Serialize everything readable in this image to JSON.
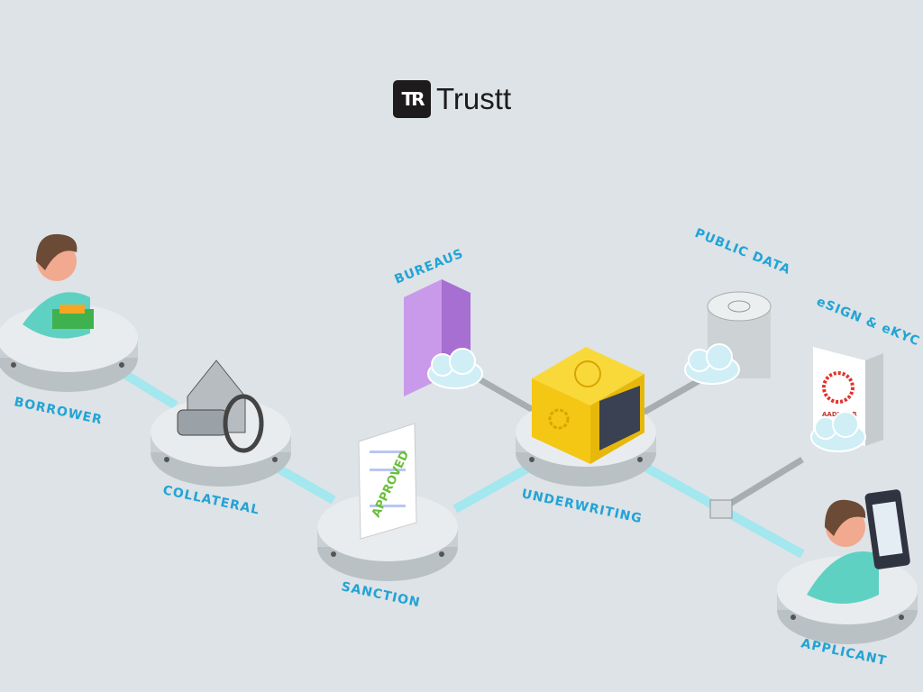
{
  "brand": {
    "mark": "TR",
    "name": "Trustt"
  },
  "nodes": {
    "borrower": "BORROWER",
    "collateral": "COLLATERAL",
    "sanction": "SANCTION",
    "underwriting": "UNDERWRITING",
    "applicant": "APPLICANT"
  },
  "sources": {
    "bureaus": "BUREAUS",
    "public_data": "PUBLIC DATA",
    "esign": "eSIGN & eKYC"
  },
  "stamp": "APPROVED",
  "aadhaar": "AADHAAR",
  "colors": {
    "background": "#dde3e6",
    "label": "#22a3d6",
    "connector": "#9fe6ef",
    "cube": "#f6cf1c"
  }
}
